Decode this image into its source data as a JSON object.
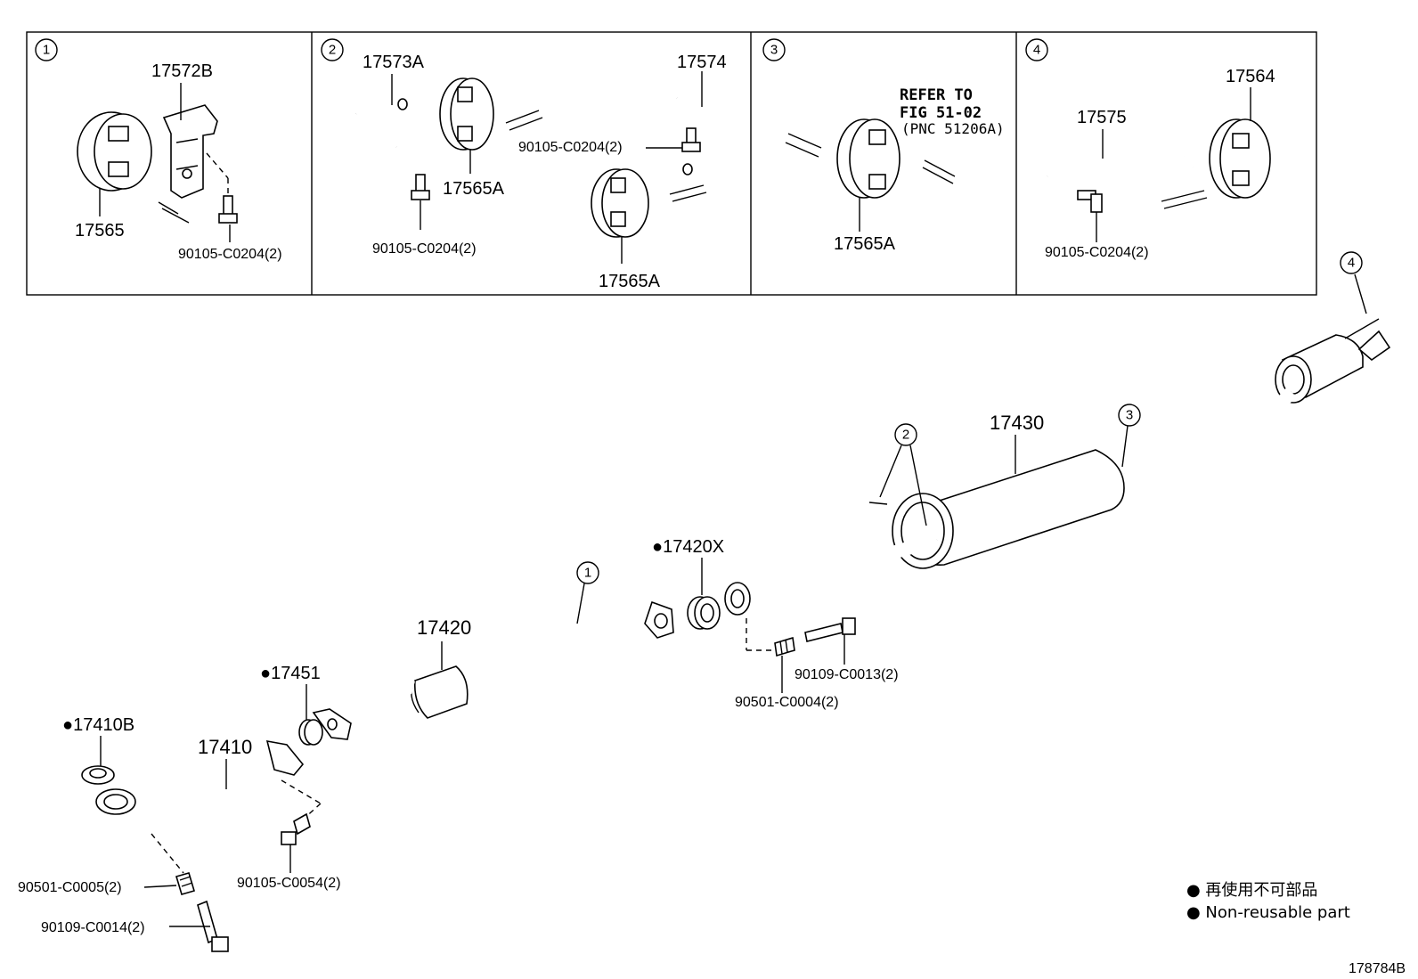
{
  "panels": [
    {
      "number": "1",
      "labels": [
        "17572B",
        "17565",
        "90105-C0204(2)"
      ]
    },
    {
      "number": "2",
      "labels": [
        "17573A",
        "17574",
        "17565A",
        "90105-C0204(2)",
        "90105-C0204(2)",
        "17565A"
      ]
    },
    {
      "number": "3",
      "labels": [
        "REFER TO",
        "FIG 51-02",
        "(PNC 51206A)",
        "17565A"
      ]
    },
    {
      "number": "4",
      "labels": [
        "17575",
        "17564",
        "90105-C0204(2)"
      ]
    }
  ],
  "main": {
    "callouts": [
      "1",
      "2",
      "3",
      "4"
    ],
    "parts": {
      "p17430": "17430",
      "p17420X": "●17420X",
      "p17420": "17420",
      "p17451": "●17451",
      "p17410B": "●17410B",
      "p17410": "17410",
      "p90109_13": "90109-C0013(2)",
      "p90501_04": "90501-C0004(2)",
      "p90105_54": "90105-C0054(2)",
      "p90501_05": "90501-C0005(2)",
      "p90109_14": "90109-C0014(2)"
    }
  },
  "legend": {
    "jp": "● 再使用不可部品",
    "en": "● Non-reusable part"
  },
  "figure_id": "178784B"
}
